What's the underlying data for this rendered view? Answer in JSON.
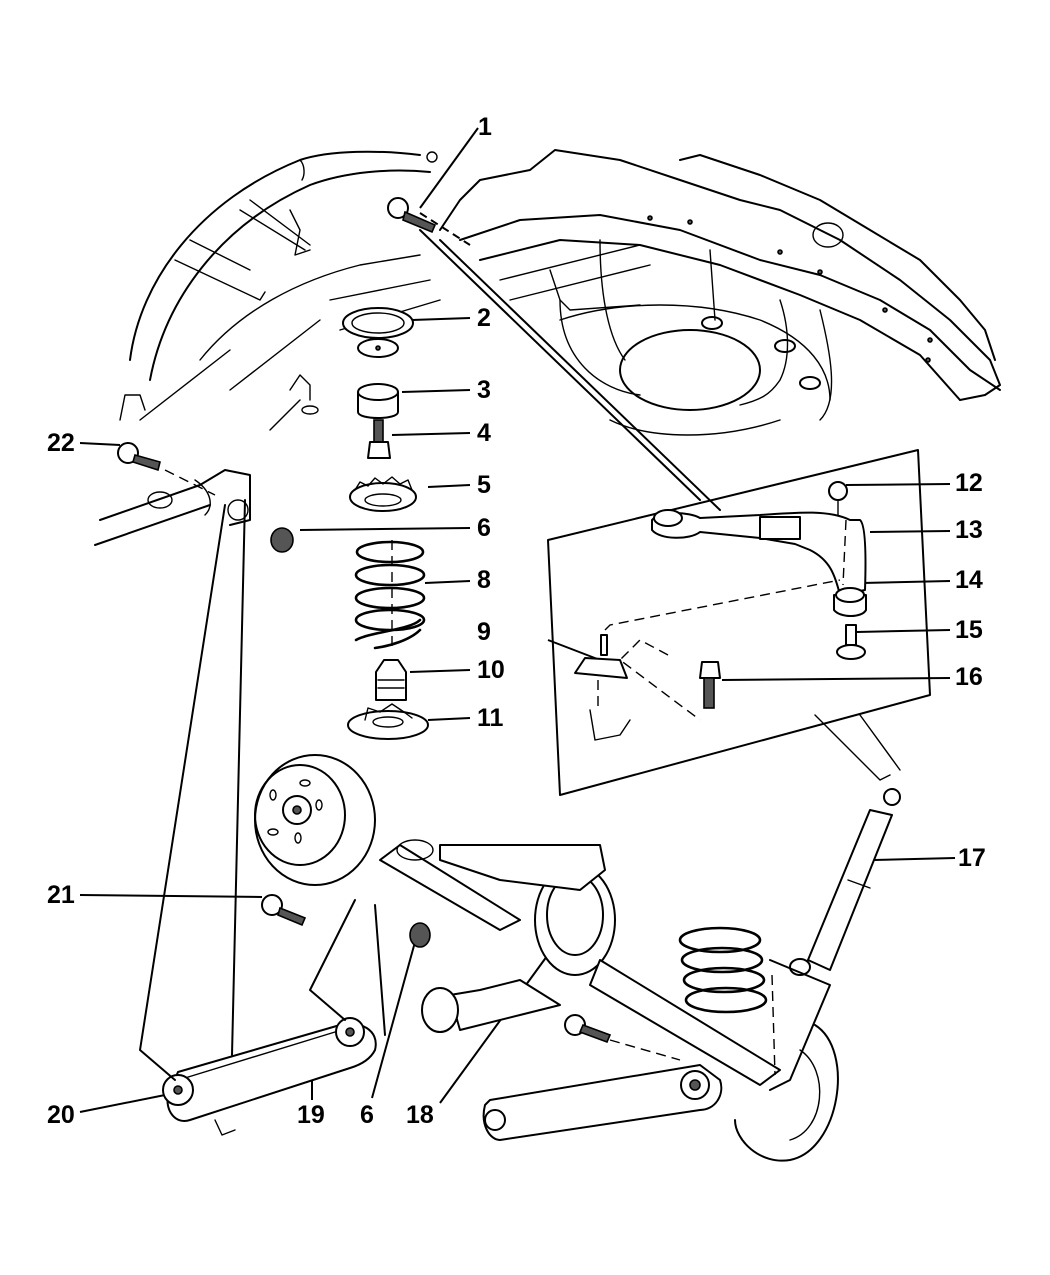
{
  "diagram": {
    "title": "Rear Suspension Exploded View",
    "line_color": "#000000",
    "background_color": "#ffffff",
    "callouts": [
      {
        "id": "c1",
        "label": "1"
      },
      {
        "id": "c2",
        "label": "2"
      },
      {
        "id": "c3",
        "label": "3"
      },
      {
        "id": "c4",
        "label": "4"
      },
      {
        "id": "c5",
        "label": "5"
      },
      {
        "id": "c6a",
        "label": "6"
      },
      {
        "id": "c8",
        "label": "8"
      },
      {
        "id": "c9",
        "label": "9"
      },
      {
        "id": "c10",
        "label": "10"
      },
      {
        "id": "c11",
        "label": "11"
      },
      {
        "id": "c12",
        "label": "12"
      },
      {
        "id": "c13",
        "label": "13"
      },
      {
        "id": "c14",
        "label": "14"
      },
      {
        "id": "c15",
        "label": "15"
      },
      {
        "id": "c16",
        "label": "16"
      },
      {
        "id": "c17",
        "label": "17"
      },
      {
        "id": "c18",
        "label": "18"
      },
      {
        "id": "c19",
        "label": "19"
      },
      {
        "id": "c6b",
        "label": "6"
      },
      {
        "id": "c20",
        "label": "20"
      },
      {
        "id": "c21",
        "label": "21"
      },
      {
        "id": "c22",
        "label": "22"
      }
    ],
    "parts": [
      {
        "callout": "1",
        "name": "bolt"
      },
      {
        "callout": "2",
        "name": "spring-isolator-upper"
      },
      {
        "callout": "3",
        "name": "jounce-bumper"
      },
      {
        "callout": "4",
        "name": "bolt"
      },
      {
        "callout": "5",
        "name": "spring-isolator"
      },
      {
        "callout": "6",
        "name": "nut"
      },
      {
        "callout": "8",
        "name": "coil-spring"
      },
      {
        "callout": "9",
        "name": "bracket"
      },
      {
        "callout": "10",
        "name": "bumper"
      },
      {
        "callout": "11",
        "name": "spring-isolator-lower"
      },
      {
        "callout": "12",
        "name": "nut"
      },
      {
        "callout": "13",
        "name": "upper-control-arm"
      },
      {
        "callout": "14",
        "name": "bushing"
      },
      {
        "callout": "15",
        "name": "bolt"
      },
      {
        "callout": "16",
        "name": "bolt"
      },
      {
        "callout": "17",
        "name": "shock-absorber"
      },
      {
        "callout": "18",
        "name": "bolt"
      },
      {
        "callout": "19",
        "name": "lower-control-arm"
      },
      {
        "callout": "20",
        "name": "bushing"
      },
      {
        "callout": "21",
        "name": "bolt"
      },
      {
        "callout": "22",
        "name": "bolt"
      }
    ]
  }
}
